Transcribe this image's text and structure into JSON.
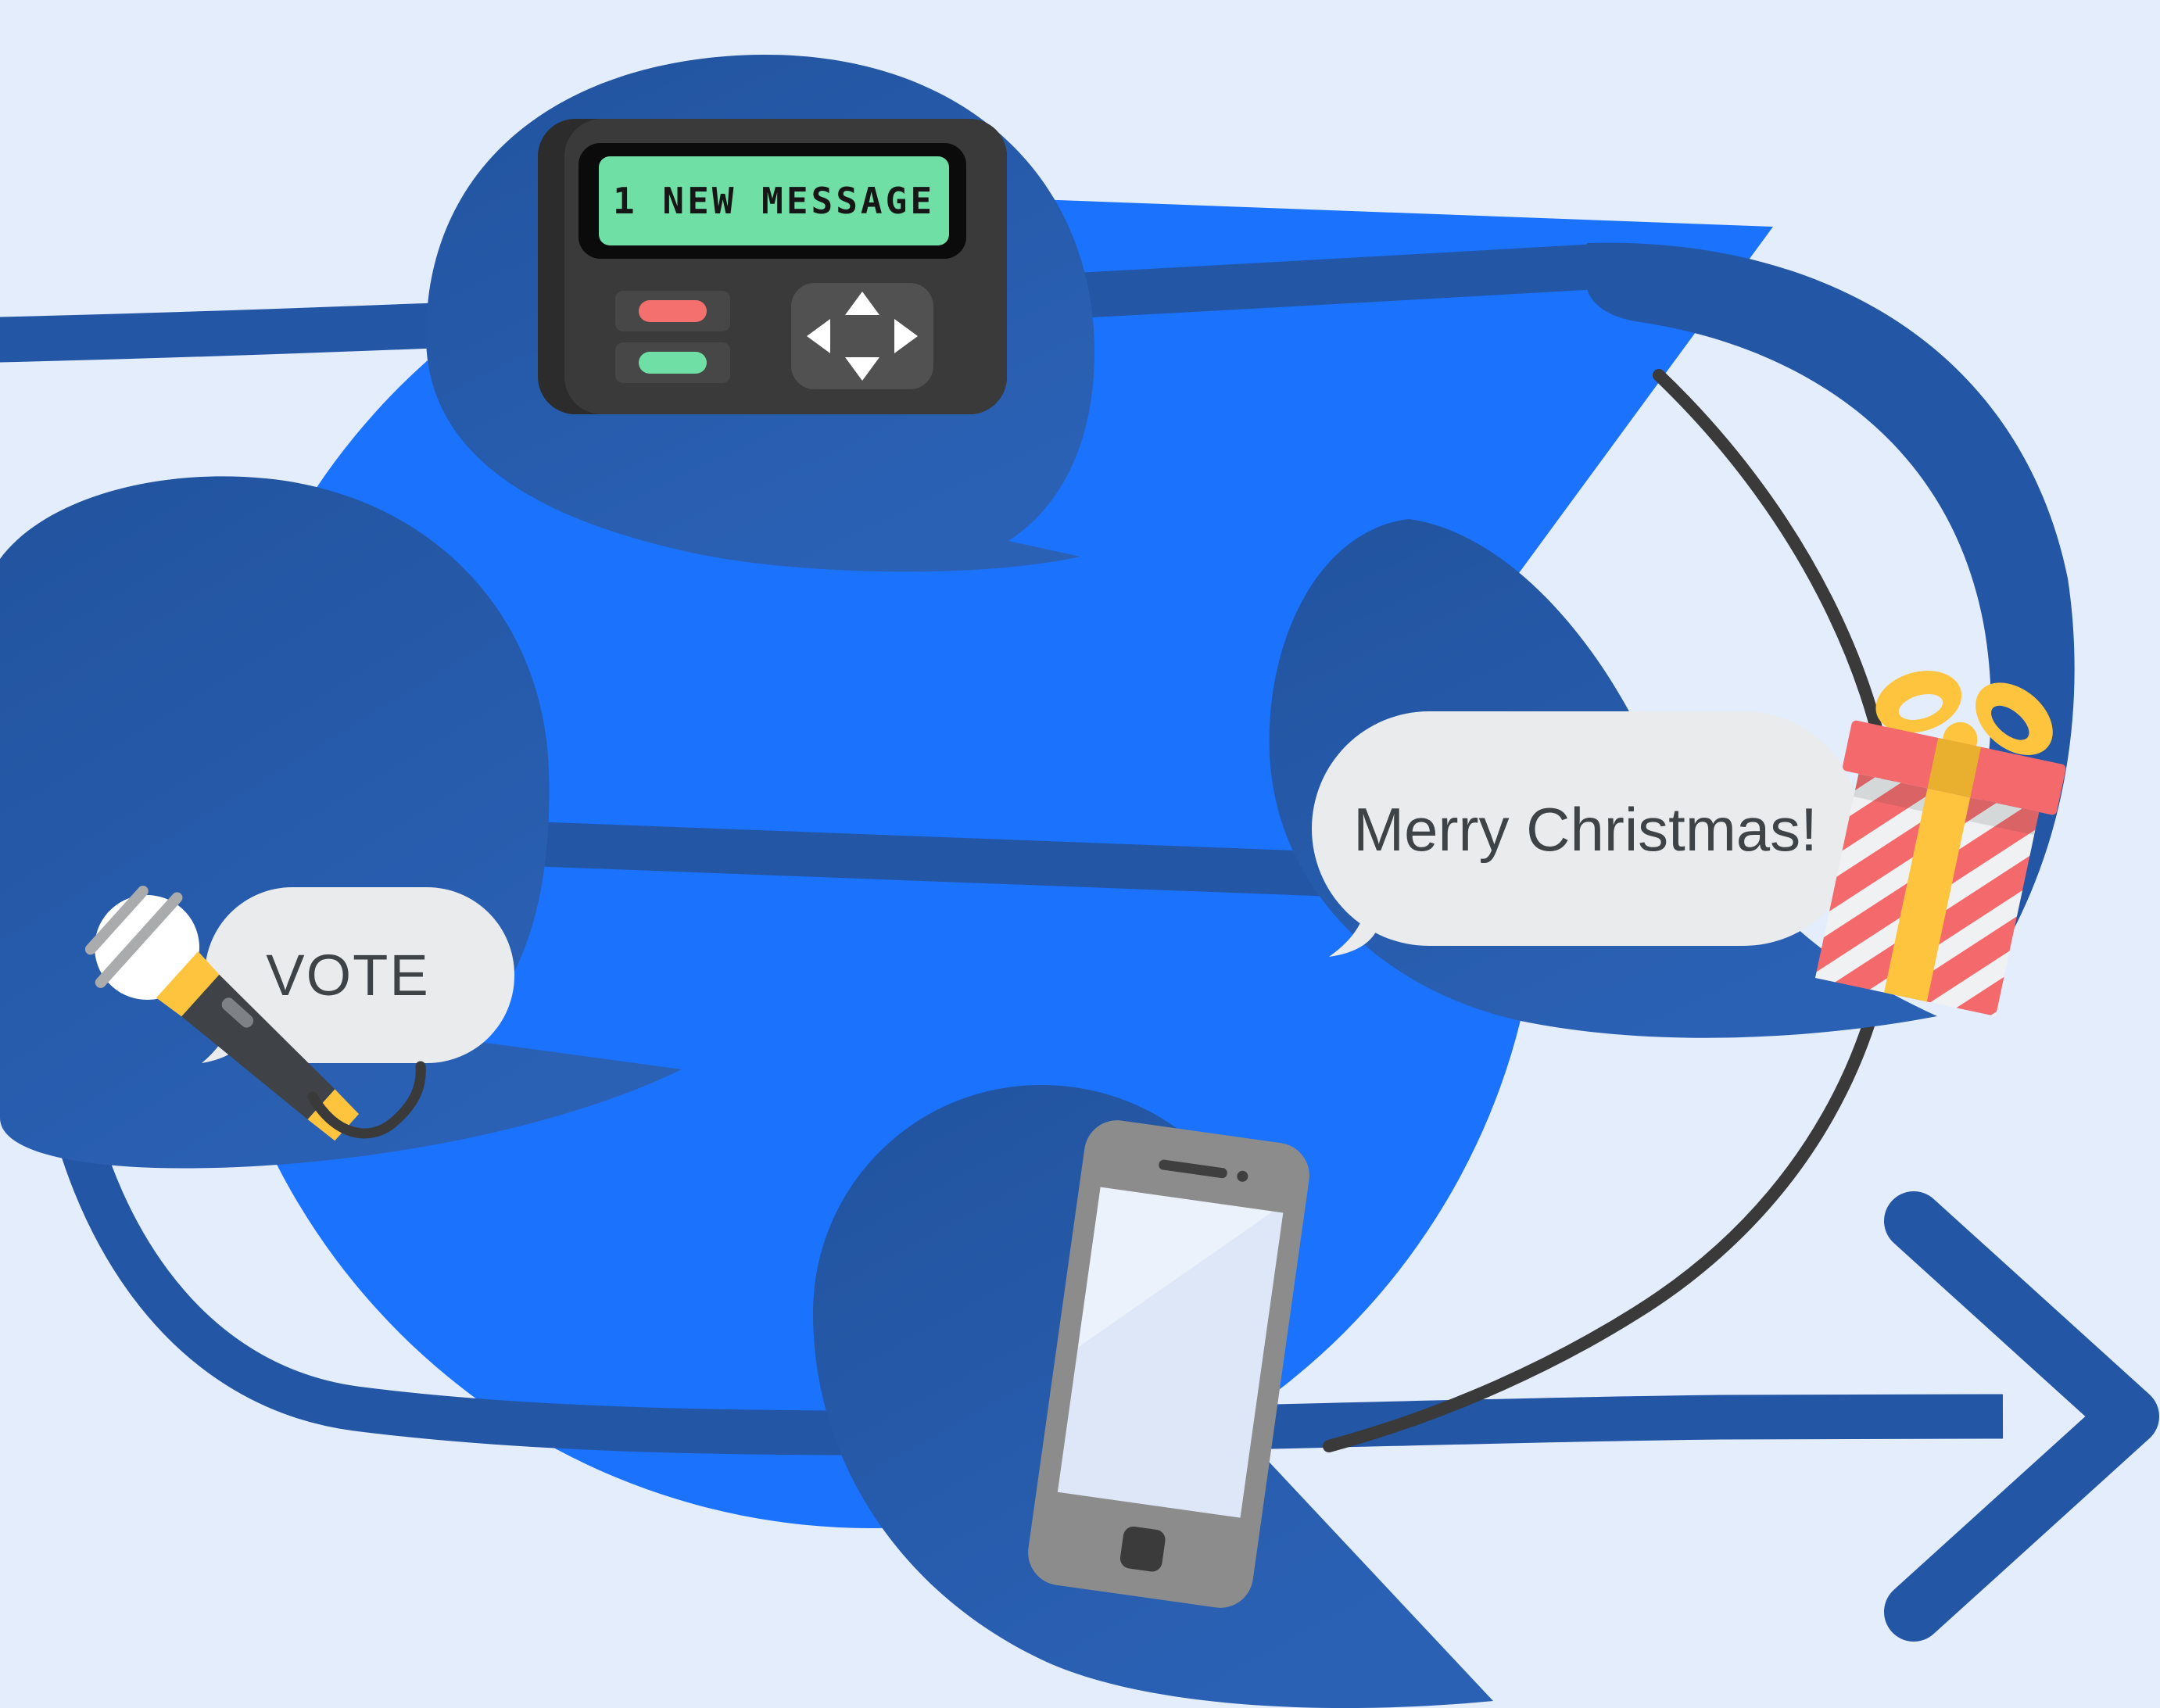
{
  "illustration": {
    "pager": {
      "screen_text": "1 NEW MESSAGE"
    },
    "vote_bubble": {
      "label": "VOTE"
    },
    "greeting_bubble": {
      "label": "Merry Christmas!"
    },
    "icons": [
      "pager-device-icon",
      "microphone-icon",
      "gift-icon",
      "smartphone-icon",
      "arrow-head-icon",
      "dpad-up-icon",
      "dpad-down-icon",
      "dpad-left-icon",
      "dpad-right-icon"
    ],
    "colors": {
      "background": "#E4EDFB",
      "bright_blue": "#1B72FC",
      "dark_blue": "#2456A6",
      "bubble_gray": "#E9EBED",
      "text_dark": "#3E4347",
      "lcd_green": "#6FDFA5",
      "button_red": "#F4706F",
      "ribbon_yellow": "#FFC43D",
      "gift_red": "#F4696C",
      "wire_gray": "#3A3A3A",
      "phone_gray": "#8C8C8C",
      "phone_screen": "#DDE7F8"
    }
  }
}
